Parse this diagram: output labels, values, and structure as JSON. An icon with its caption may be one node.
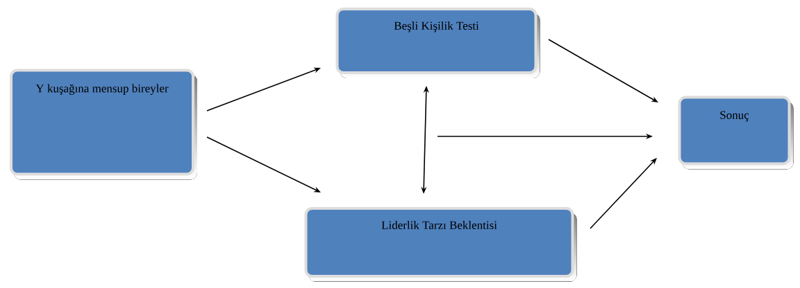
{
  "diagram": {
    "nodes": [
      {
        "text": [
          "Y kuşağına mensup bireyler"
        ]
      },
      {
        "text": [
          "Beşli Kişilik Testi"
        ]
      },
      {
        "text": [
          "Liderlik Tarzı Beklentisi"
        ]
      },
      {
        "text": [
          "Sonuç"
        ]
      }
    ],
    "edges": [
      {
        "from": 0,
        "to": 1,
        "arrow": "to"
      },
      {
        "from": 0,
        "to": 2,
        "arrow": "to"
      },
      {
        "from": 1,
        "to": 2,
        "arrow": "both"
      },
      {
        "from": 1,
        "to": 3,
        "arrow": "to"
      },
      {
        "from": null,
        "to": 3,
        "arrow": "to"
      },
      {
        "from": 2,
        "to": 3,
        "arrow": "to"
      }
    ]
  }
}
